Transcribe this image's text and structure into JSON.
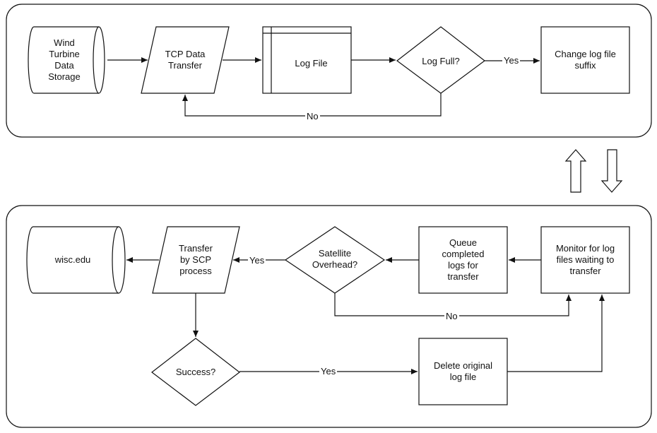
{
  "top_panel": {
    "storage": "Wind\nTurbine\nData\nStorage",
    "tcp": "TCP Data\nTransfer",
    "logfile": "Log File",
    "logfull": "Log Full?",
    "change": "Change log file\nsuffix",
    "yes": "Yes",
    "no": "No"
  },
  "bottom_panel": {
    "wisc": "wisc.edu",
    "scp": "Transfer\nby SCP\nprocess",
    "satellite": "Satellite\nOverhead?",
    "queue": "Queue\ncompleted\nlogs for\ntransfer",
    "monitor": "Monitor for log\nfiles waiting to\ntransfer",
    "success": "Success?",
    "delete": "Delete original\nlog file",
    "yes_sat": "Yes",
    "no_sat": "No",
    "yes_success": "Yes"
  },
  "colors": {
    "stroke": "#111111",
    "fill": "#ffffff"
  }
}
